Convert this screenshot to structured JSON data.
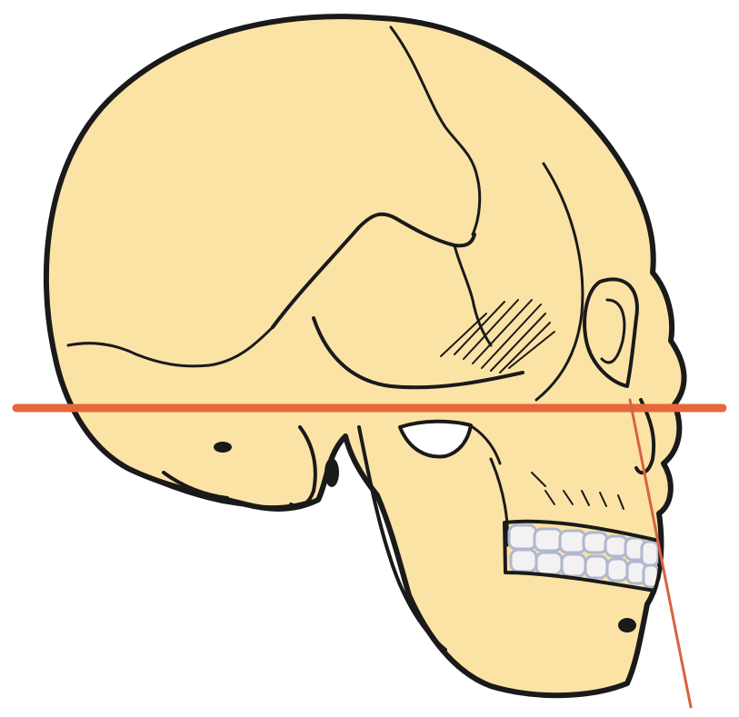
{
  "illustration": {
    "subject": "skull-lateral-view",
    "colors": {
      "background": "#ffffff",
      "bone": "#fbe3a6",
      "outline": "#1a1a1a",
      "teeth": "#f4f1f3",
      "teeth_shadow": "#aeb8cf",
      "horizontal_plane": "#e4683a",
      "facial_line": "#d9623f"
    }
  },
  "reference_lines": [
    {
      "id": "horizontal-plane",
      "orientation": "horizontal",
      "color": "#e4683a"
    },
    {
      "id": "facial-line",
      "orientation": "oblique",
      "color": "#d9623f"
    }
  ]
}
